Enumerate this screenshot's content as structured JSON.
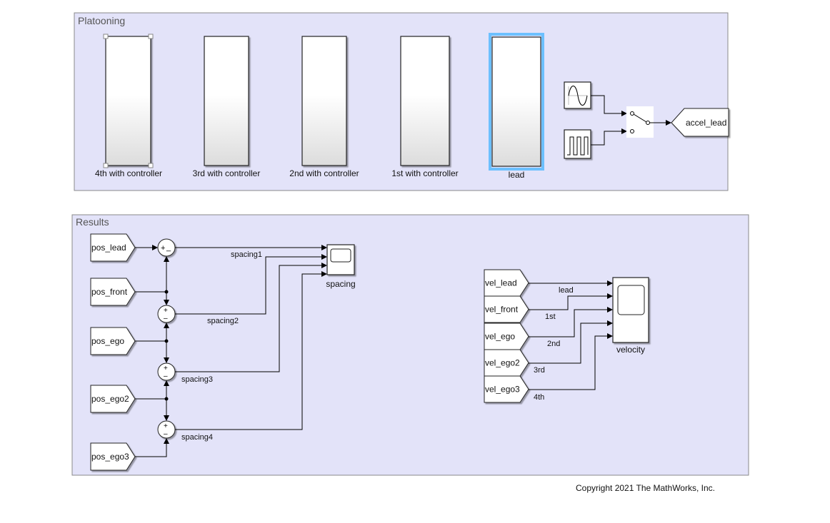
{
  "areas": {
    "platooning": {
      "title": "Platooning"
    },
    "results": {
      "title": "Results"
    }
  },
  "platooning": {
    "subsystems": [
      {
        "label": "4th with controller",
        "selected": true
      },
      {
        "label": "3rd with controller",
        "selected": false
      },
      {
        "label": "2nd with controller",
        "selected": false
      },
      {
        "label": "1st with controller",
        "selected": false
      },
      {
        "label": "lead",
        "highlighted": true
      }
    ],
    "sources": [
      {
        "icon": "sine-wave-icon"
      },
      {
        "icon": "pulse-generator-icon"
      }
    ],
    "switch": {
      "icon": "manual-switch-icon"
    },
    "goto": {
      "label": "accel_lead"
    }
  },
  "results": {
    "from_pos": [
      "pos_lead",
      "pos_front",
      "pos_ego",
      "pos_ego2",
      "pos_ego3"
    ],
    "sum_signs": [
      "+_",
      "+\n–",
      "+\n–",
      "+\n–"
    ],
    "spacing_signals": [
      "spacing1",
      "spacing2",
      "spacing3",
      "spacing4"
    ],
    "spacing_scope": {
      "label": "spacing"
    },
    "from_vel": [
      "vel_lead",
      "vel_front",
      "vel_ego",
      "vel_ego2",
      "vel_ego3"
    ],
    "velocity_signals": [
      "lead",
      "1st",
      "2nd",
      "3rd",
      "4th"
    ],
    "velocity_scope": {
      "label": "velocity"
    }
  },
  "footer": {
    "copyright": "Copyright 2021 The MathWorks, Inc."
  },
  "colors": {
    "area_fill": "#e3e3f9",
    "highlight": "#3aa0ef"
  }
}
